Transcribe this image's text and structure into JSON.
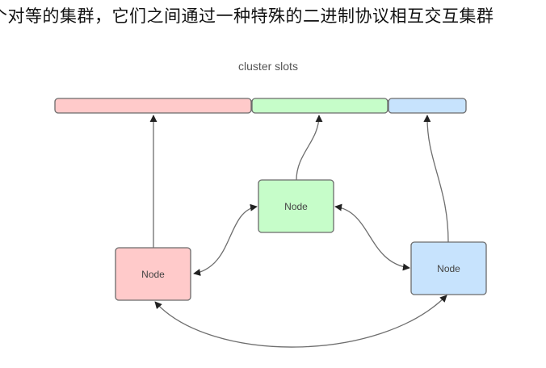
{
  "heading": {
    "text": "个对等的集群，它们之间通过一种特殊的二进制协议相互交互集群"
  },
  "diagram": {
    "title": "cluster slots",
    "slot_segments": [
      {
        "id": "slots-a",
        "color": "#ffcaca"
      },
      {
        "id": "slots-b",
        "color": "#c6fdc9"
      },
      {
        "id": "slots-c",
        "color": "#c7e3fd"
      }
    ],
    "nodes": [
      {
        "id": "node-a",
        "label": "Node",
        "color": "#ffcaca",
        "slot": "slots-a"
      },
      {
        "id": "node-b",
        "label": "Node",
        "color": "#c6fdc9",
        "slot": "slots-b"
      },
      {
        "id": "node-c",
        "label": "Node",
        "color": "#c7e3fd",
        "slot": "slots-c"
      }
    ],
    "edges": [
      {
        "from": "node-a",
        "to": "slots-a",
        "type": "directed"
      },
      {
        "from": "node-b",
        "to": "slots-b",
        "type": "directed"
      },
      {
        "from": "node-c",
        "to": "slots-c",
        "type": "directed"
      },
      {
        "from": "node-a",
        "to": "node-b",
        "type": "bidirectional"
      },
      {
        "from": "node-b",
        "to": "node-c",
        "type": "bidirectional"
      },
      {
        "from": "node-a",
        "to": "node-c",
        "type": "bidirectional"
      }
    ],
    "stroke_color": "#6b6b6b",
    "arrow_color": "#222222"
  }
}
